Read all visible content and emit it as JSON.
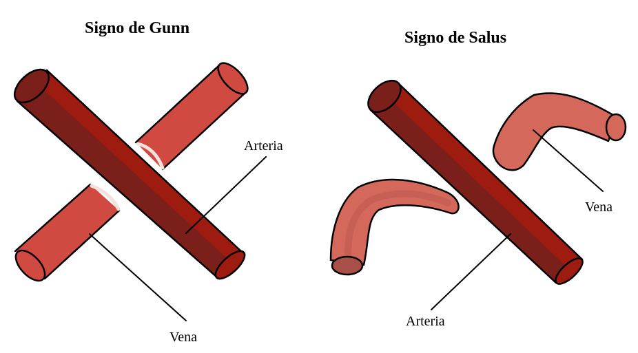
{
  "panels": [
    {
      "title": "Signo de Gunn",
      "labels": {
        "artery": "Arteria",
        "vein": "Vena"
      }
    },
    {
      "title": "Signo de Salus",
      "labels": {
        "artery": "Arteria",
        "vein": "Vena"
      }
    }
  ],
  "colors": {
    "artery_dark": "#7a1f1a",
    "artery_light": "#9e1b10",
    "vein_gunn": "#d04a42",
    "vein_salus": "#d4685a",
    "vein_salus_shade": "#bf5a50",
    "outline": "#000000"
  }
}
